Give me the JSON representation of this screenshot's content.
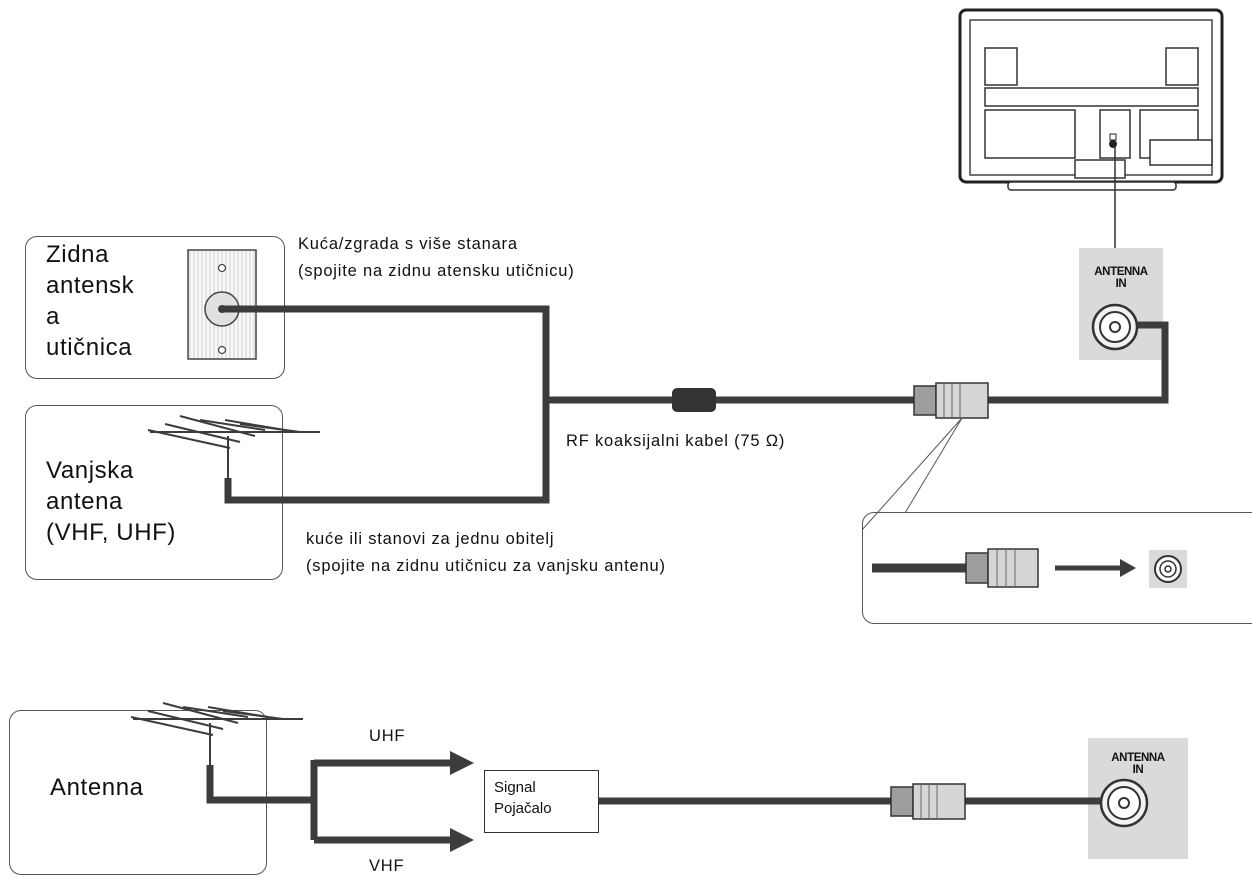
{
  "section_top": {
    "wall_outlet_label": [
      "Zidna",
      "antensk",
      "a",
      "utičnica"
    ],
    "outdoor_antenna_label": [
      "Vanjska",
      "antena",
      "(VHF, UHF)"
    ],
    "multi_dwelling_text": [
      "Kuća/zgrada s više stanara",
      "(spojite na zidnu atensku utičnicu)"
    ],
    "single_family_text": [
      "kuće ili stanovi za jednu obitelj",
      "(spojite na zidnu utičnicu za vanjsku antenu)"
    ],
    "cable_label": "RF koaksijalni kabel (75 Ω)",
    "tv_port_label": [
      "ANTENNA",
      "IN"
    ]
  },
  "section_bottom": {
    "antenna_label": "Antenna",
    "uhf_label": "UHF",
    "vhf_label": "VHF",
    "amplifier_label": [
      "Signal",
      "Pojačalo"
    ],
    "tv_port_label": [
      "ANTENNA",
      "IN"
    ]
  },
  "colors": {
    "cable": "#3c3c3c",
    "panel": "#dadada",
    "border": "#555555"
  }
}
